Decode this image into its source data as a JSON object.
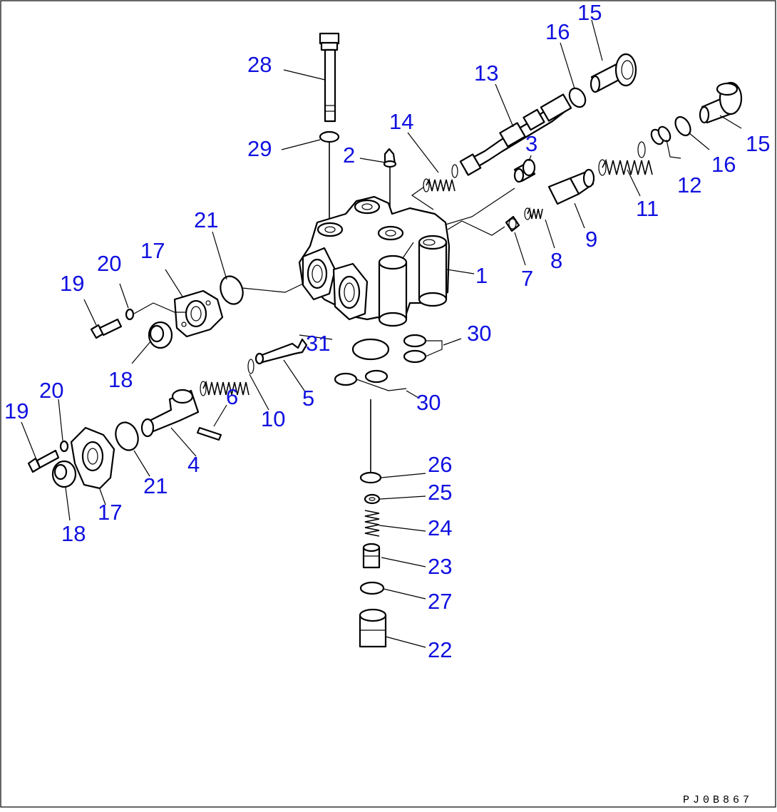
{
  "diagram": {
    "labels": [
      "28",
      "29",
      "2",
      "14",
      "13",
      "16",
      "15",
      "3",
      "15",
      "16",
      "12",
      "11",
      "9",
      "8",
      "7",
      "1",
      "21",
      "17",
      "20",
      "19",
      "18",
      "31",
      "30",
      "30",
      "10",
      "5",
      "6",
      "4",
      "20",
      "19",
      "21",
      "17",
      "18",
      "26",
      "25",
      "24",
      "23",
      "27",
      "22"
    ],
    "drawing_code": "PJ0B867"
  },
  "colors": {
    "callout": "#1010e0",
    "line": "#000000",
    "background": "#ffffff"
  }
}
